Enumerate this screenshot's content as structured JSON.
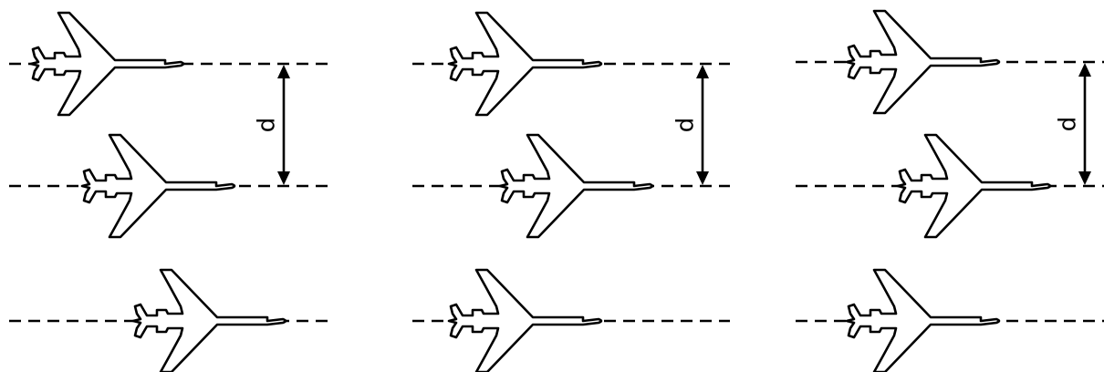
{
  "diagram": {
    "dimension_label": "d",
    "line_color": "#000000",
    "background_color": "#ffffff",
    "formation_count": 3,
    "aircraft_per_formation": 3
  }
}
